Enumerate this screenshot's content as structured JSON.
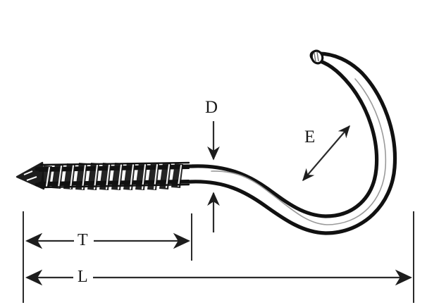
{
  "figure": {
    "kind": "technical-line-drawing",
    "subject": "screw-hook",
    "background_color": "#ffffff",
    "ink_color": "#111111",
    "dimension_line_color": "#2b2b2b"
  },
  "dimensions": {
    "D": {
      "label": "D",
      "meaning": "shank diameter",
      "annotation_type": "opposed-arrows-vertical"
    },
    "E": {
      "label": "E",
      "meaning": "hook opening",
      "annotation_type": "double-headed-diagonal-arrow"
    },
    "T": {
      "label": "T",
      "meaning": "thread length",
      "annotation_type": "double-headed-horizontal-arrow"
    },
    "L": {
      "label": "L",
      "meaning": "overall length",
      "annotation_type": "double-headed-horizontal-arrow"
    }
  },
  "parts": {
    "point": "screw-point",
    "threads": "helical-wood-threads",
    "shank": "smooth-shank",
    "hook": "open-hook-bend"
  }
}
